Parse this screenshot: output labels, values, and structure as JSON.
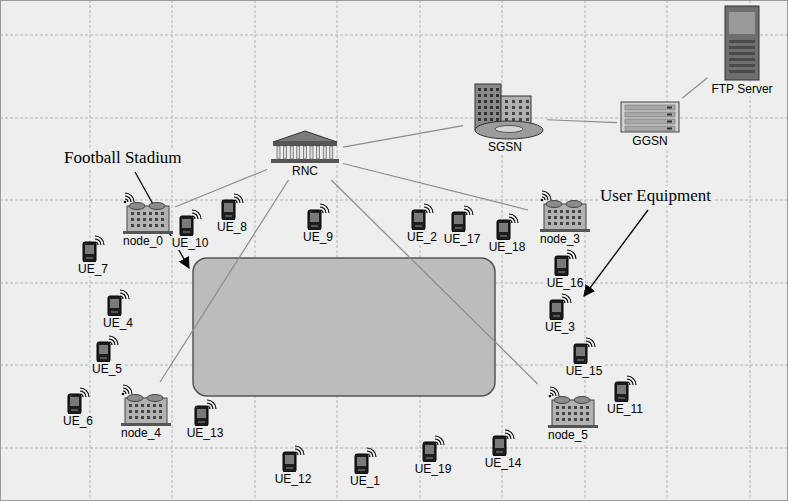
{
  "diagram": {
    "nodes": [
      {
        "text": [
          "FTP Server"
        ]
      },
      {
        "text": [
          "SGSN"
        ]
      },
      {
        "text": [
          "GGSN"
        ]
      },
      {
        "text": [
          "RNC"
        ]
      },
      {
        "text": [
          "node_0"
        ]
      },
      {
        "text": [
          "UE_10"
        ]
      },
      {
        "text": [
          "UE_8"
        ]
      },
      {
        "text": [
          "UE_9"
        ]
      },
      {
        "text": [
          "UE_2"
        ]
      },
      {
        "text": [
          "UE_17"
        ]
      },
      {
        "text": [
          "UE_18"
        ]
      },
      {
        "text": [
          "node_3"
        ]
      },
      {
        "text": [
          "UE_7"
        ]
      },
      {
        "text": [
          "UE_16"
        ]
      },
      {
        "text": [
          "UE_3"
        ]
      },
      {
        "text": [
          "UE_4"
        ]
      },
      {
        "text": [
          "UE_15"
        ]
      },
      {
        "text": [
          "UE_5"
        ]
      },
      {
        "text": [
          "UE_11"
        ]
      },
      {
        "text": [
          "node_4"
        ]
      },
      {
        "text": [
          "UE_6"
        ]
      },
      {
        "text": [
          "node_5"
        ]
      },
      {
        "text": [
          "UE_13"
        ]
      },
      {
        "text": [
          "UE_14"
        ]
      },
      {
        "text": [
          "UE_19"
        ]
      },
      {
        "text": [
          "UE_12"
        ]
      },
      {
        "text": [
          "UE_1"
        ]
      }
    ],
    "edges": [
      {
        "from": 3,
        "to": 1,
        "arrow": "none"
      },
      {
        "from": 1,
        "to": 2,
        "arrow": "none"
      },
      {
        "from": 2,
        "to": 0,
        "arrow": "none"
      },
      {
        "from": 3,
        "to": 4,
        "arrow": "none"
      },
      {
        "from": 3,
        "to": 11,
        "arrow": "none"
      },
      {
        "from": 3,
        "to": 19,
        "arrow": "none"
      },
      {
        "from": 3,
        "to": 21,
        "arrow": "none"
      }
    ],
    "labels": [
      "Football Stadium",
      "User Equipment"
    ]
  }
}
